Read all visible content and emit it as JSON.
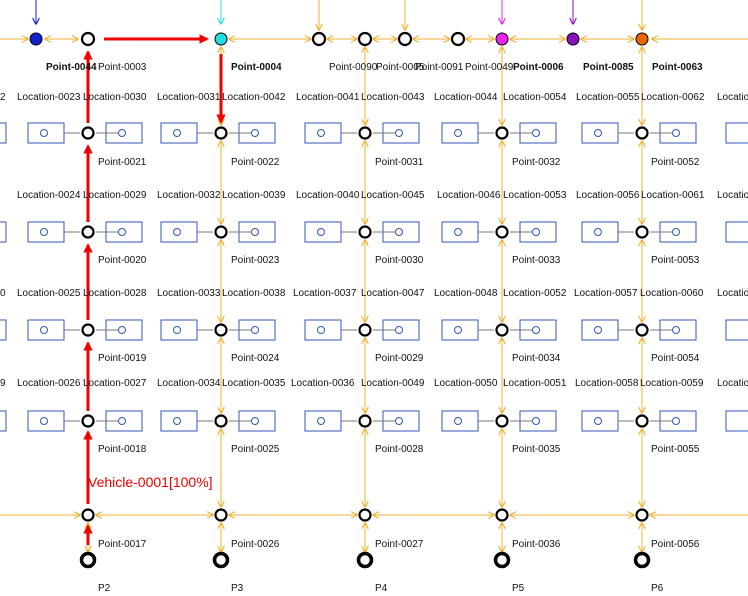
{
  "colors": {
    "path": "#f0b030",
    "location": "#3355bb",
    "route": "#ee0000",
    "point": "#000000",
    "blue": "#1122cc",
    "cyan": "#22dddd",
    "magenta": "#ee22ee",
    "purple": "#8811bb",
    "orange": "#ee6600"
  },
  "vehicle": {
    "name": "Vehicle-0001[100%]"
  },
  "top_points": [
    {
      "id": "p0044",
      "label": "Point-0044",
      "color": "blue"
    },
    {
      "id": "p0003",
      "label": "Point-0003",
      "color": ""
    },
    {
      "id": "p0004",
      "label": "Point-0004",
      "color": "cyan"
    },
    {
      "id": "p0090",
      "label": "Point-0090",
      "color": ""
    },
    {
      "id": "p0005",
      "label": "Point-0005",
      "color": ""
    },
    {
      "id": "p0091",
      "label": "Point-0091",
      "color": ""
    },
    {
      "id": "p0049",
      "label": "Point-0049",
      "color": ""
    },
    {
      "id": "p0006",
      "label": "Point-0006",
      "color": "magenta"
    },
    {
      "id": "p0085",
      "label": "Point-0085",
      "color": "purple"
    },
    {
      "id": "p0063",
      "label": "Point-0063",
      "color": "orange"
    }
  ],
  "grid_points": [
    [
      "Point-0021",
      "Point-0022",
      "Point-0031",
      "Point-0032",
      "Point-0052"
    ],
    [
      "Point-0020",
      "Point-0023",
      "Point-0030",
      "Point-0033",
      "Point-0053"
    ],
    [
      "Point-0019",
      "Point-0024",
      "Point-0029",
      "Point-0034",
      "Point-0054"
    ],
    [
      "Point-0018",
      "Point-0025",
      "Point-0028",
      "Point-0035",
      "Point-0055"
    ],
    [
      "Point-0017",
      "Point-0026",
      "Point-0027",
      "Point-0036",
      "Point-0056"
    ]
  ],
  "location_rows": [
    [
      "2",
      "Location-0023",
      "Location-0030",
      "Location-0031",
      "Location-0042",
      "Location-0041",
      "Location-0043",
      "Location-0044",
      "Location-0054",
      "Location-0055",
      "Location-0062",
      "Location"
    ],
    [
      "Location-0024",
      "Location-0029",
      "Location-0032",
      "Location-0039",
      "Location-0040",
      "Location-0045",
      "Location-0046",
      "Location-0053",
      "Location-0056",
      "Location-0061",
      "Location"
    ],
    [
      "0",
      "Location-0025",
      "Location-0028",
      "Location-0033",
      "Location-0038",
      "Location-0037",
      "Location-0047",
      "Location-0048",
      "Location-0052",
      "Location-0057",
      "Location-0060",
      "Location"
    ],
    [
      "9",
      "Location-0026",
      "Location-0027",
      "Location-0034",
      "Location-0035",
      "Location-0036",
      "Location-0049",
      "Location-0050",
      "Location-0051",
      "Location-0058",
      "Location-0059",
      "Location"
    ]
  ],
  "parking": [
    "P2",
    "P3",
    "P4",
    "P5",
    "P6"
  ]
}
